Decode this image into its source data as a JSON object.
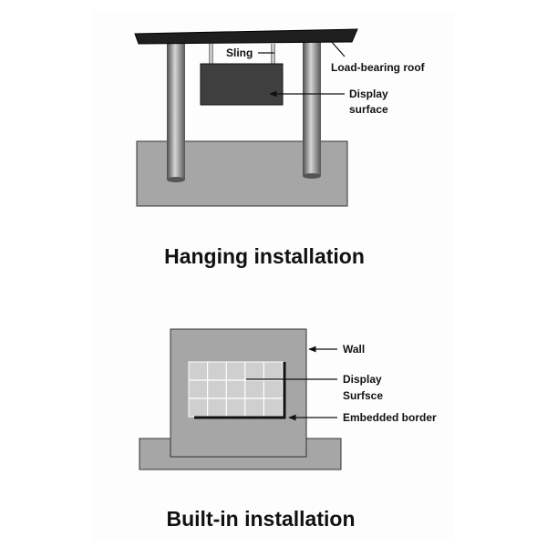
{
  "hanging": {
    "title": "Hanging installation",
    "labels": {
      "sling": "Sling",
      "roof": "Load-bearing roof",
      "display_line1": "Display",
      "display_line2": "surface"
    }
  },
  "builtin": {
    "title": "Built-in installation",
    "labels": {
      "wall": "Wall",
      "display_line1": "Display",
      "display_line2": "Surfsce",
      "border": "Embedded border"
    }
  }
}
